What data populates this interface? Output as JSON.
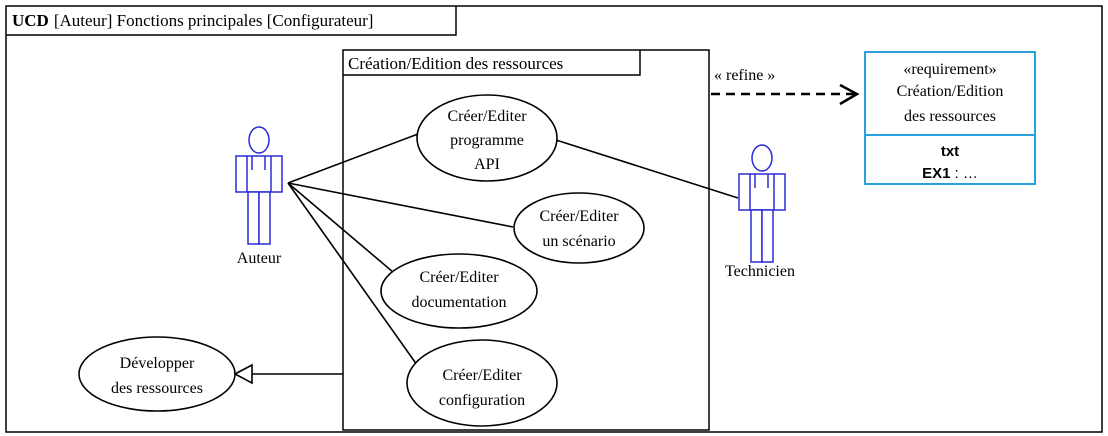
{
  "frame": {
    "kind": "UCD",
    "title": "[Auteur] Fonctions principales [Configurateur]"
  },
  "system": {
    "title": "Création/Edition des ressources"
  },
  "actors": {
    "auteur": "Auteur",
    "technicien": "Technicien"
  },
  "use_cases": {
    "programme_api": [
      "Créer/Editer",
      "programme",
      "API"
    ],
    "scenario": [
      "Créer/Editer",
      "un scénario"
    ],
    "documentation": [
      "Créer/Editer",
      "documentation"
    ],
    "configuration": [
      "Créer/Editer",
      "configuration"
    ],
    "developper": [
      "Développer",
      "des ressources"
    ]
  },
  "refine": {
    "label": "« refine »"
  },
  "requirement": {
    "stereotype": "«requirement»",
    "name_lines": [
      "Création/Edition",
      "des ressources"
    ],
    "attr_label": "txt",
    "attr_key": "EX1",
    "attr_value": " : …"
  },
  "colors": {
    "line": "#000000",
    "actor": "#2b2bd6",
    "requirement_border": "#2aa0dd"
  }
}
